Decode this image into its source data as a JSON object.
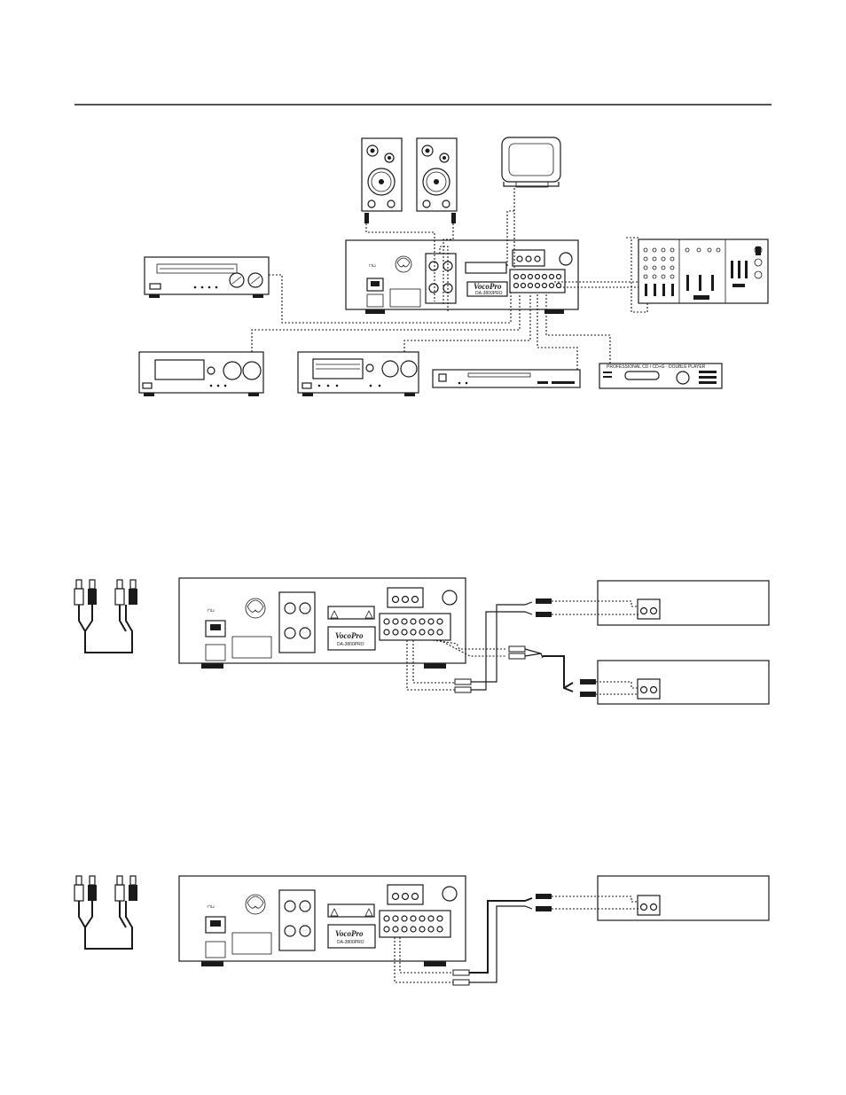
{
  "page": {
    "width": 954,
    "height": 1235,
    "ink_color": "#1a1a1a",
    "background": "#ffffff"
  },
  "diagram_1": {
    "devices": [
      "speaker-left",
      "speaker-right",
      "television",
      "amplifier-rear-panel",
      "vcr",
      "mixer",
      "tape-deck-1",
      "tape-deck-2",
      "dvd-player",
      "cd-player"
    ],
    "amp_brand_text": "VocoPro",
    "amp_model_text": "DA-3800PRO",
    "player_strip_text": "PROFESSIONAL CD / CD+G · DOUBLE PLAYER"
  },
  "diagram_2": {
    "devices": [
      "rca-y-cable",
      "amplifier-rear-panel",
      "external-device-a",
      "external-device-b"
    ],
    "amp_brand_text": "VocoPro",
    "amp_model_text": "DA-3800PRO"
  },
  "diagram_3": {
    "devices": [
      "rca-y-cable",
      "amplifier-rear-panel",
      "external-device"
    ],
    "amp_brand_text": "VocoPro",
    "amp_model_text": "DA-3800PRO"
  }
}
